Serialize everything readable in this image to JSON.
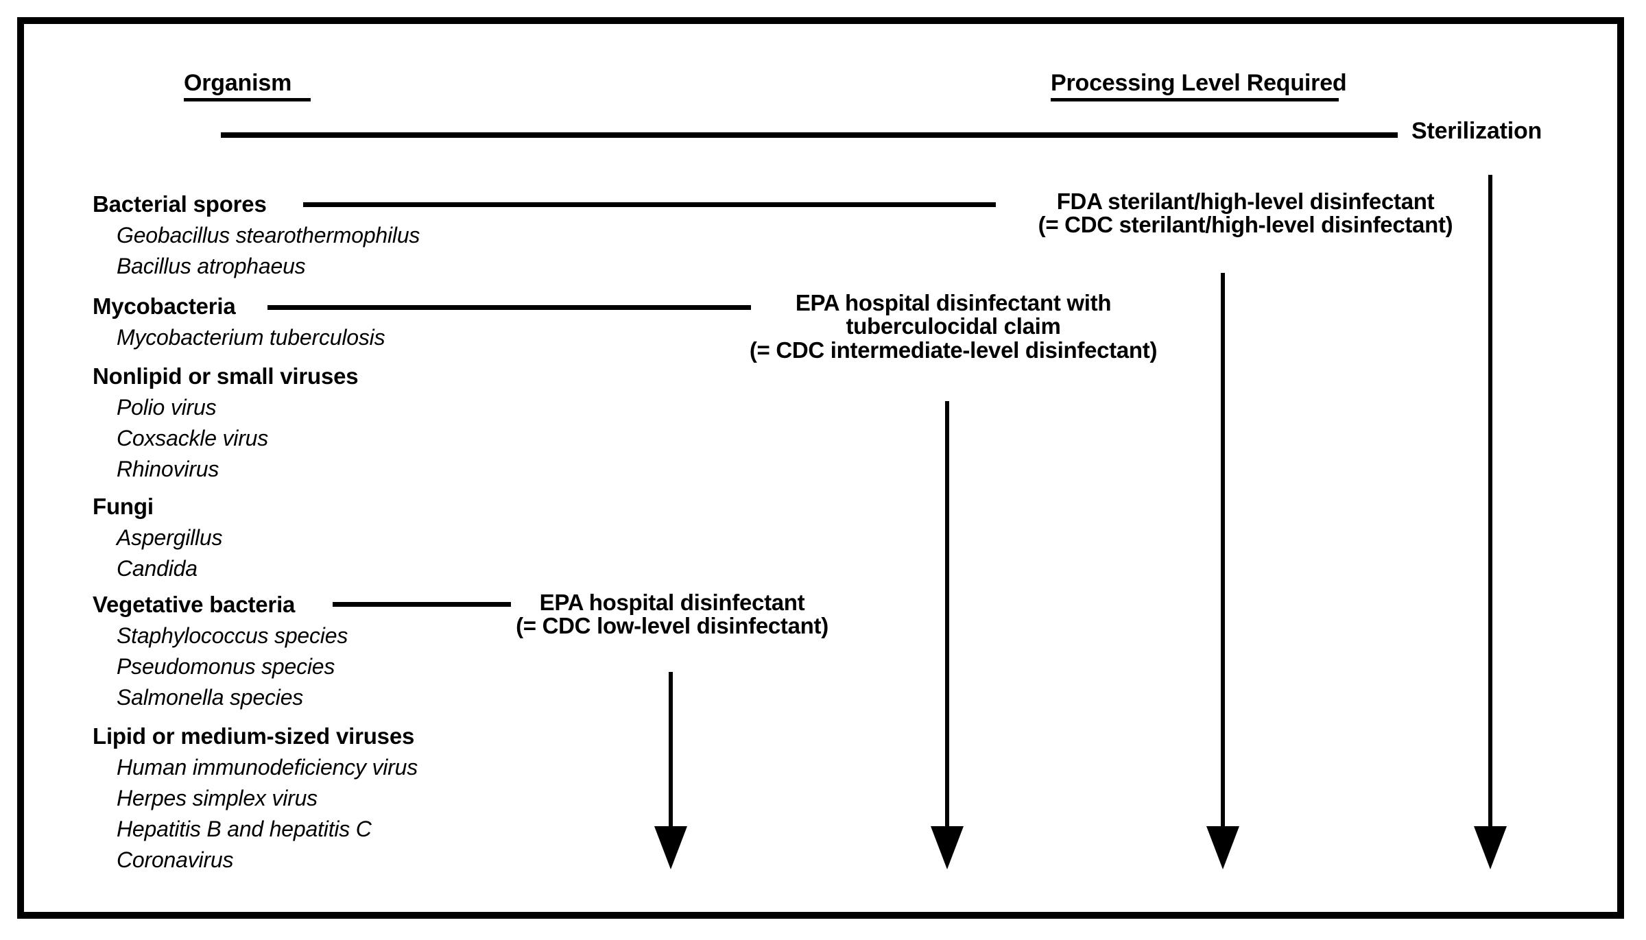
{
  "diagram": {
    "title_columns": {
      "organism_header": "Organism",
      "processing_header": "Processing Level Required"
    },
    "top_level_label": "Sterilization",
    "organism_groups": [
      {
        "name": "Bacterial spores",
        "species": [
          "Geobacillus stearothermophilus",
          "Bacillus atrophaeus"
        ]
      },
      {
        "name": "Mycobacteria",
        "species": [
          "Mycobacterium tuberculosis"
        ]
      },
      {
        "name": "Nonlipid or small viruses",
        "species": [
          "Polio virus",
          "Coxsackle virus",
          "Rhinovirus"
        ]
      },
      {
        "name": "Fungi",
        "species": [
          "Aspergillus",
          "Candida"
        ]
      },
      {
        "name": "Vegetative bacteria",
        "species": [
          "Staphylococcus species",
          "Pseudomonus species",
          "Salmonella species"
        ]
      },
      {
        "name": "Lipid or medium-sized viruses",
        "species": [
          "Human immunodeficiency virus",
          "Herpes simplex virus",
          "Hepatitis B and hepatitis C",
          "Coronavirus"
        ]
      }
    ],
    "processing_levels": [
      {
        "line1": "FDA sterilant/high-level disinfectant",
        "line2": "(= CDC sterilant/high-level disinfectant)"
      },
      {
        "line1": "EPA hospital disinfectant with",
        "line2": "tuberculocidal claim",
        "line3": "(= CDC intermediate-level disinfectant)"
      },
      {
        "line1": "EPA hospital disinfectant",
        "line2": "(= CDC low-level disinfectant)"
      }
    ],
    "colors": {
      "ink": "#000000",
      "background": "#ffffff"
    }
  }
}
